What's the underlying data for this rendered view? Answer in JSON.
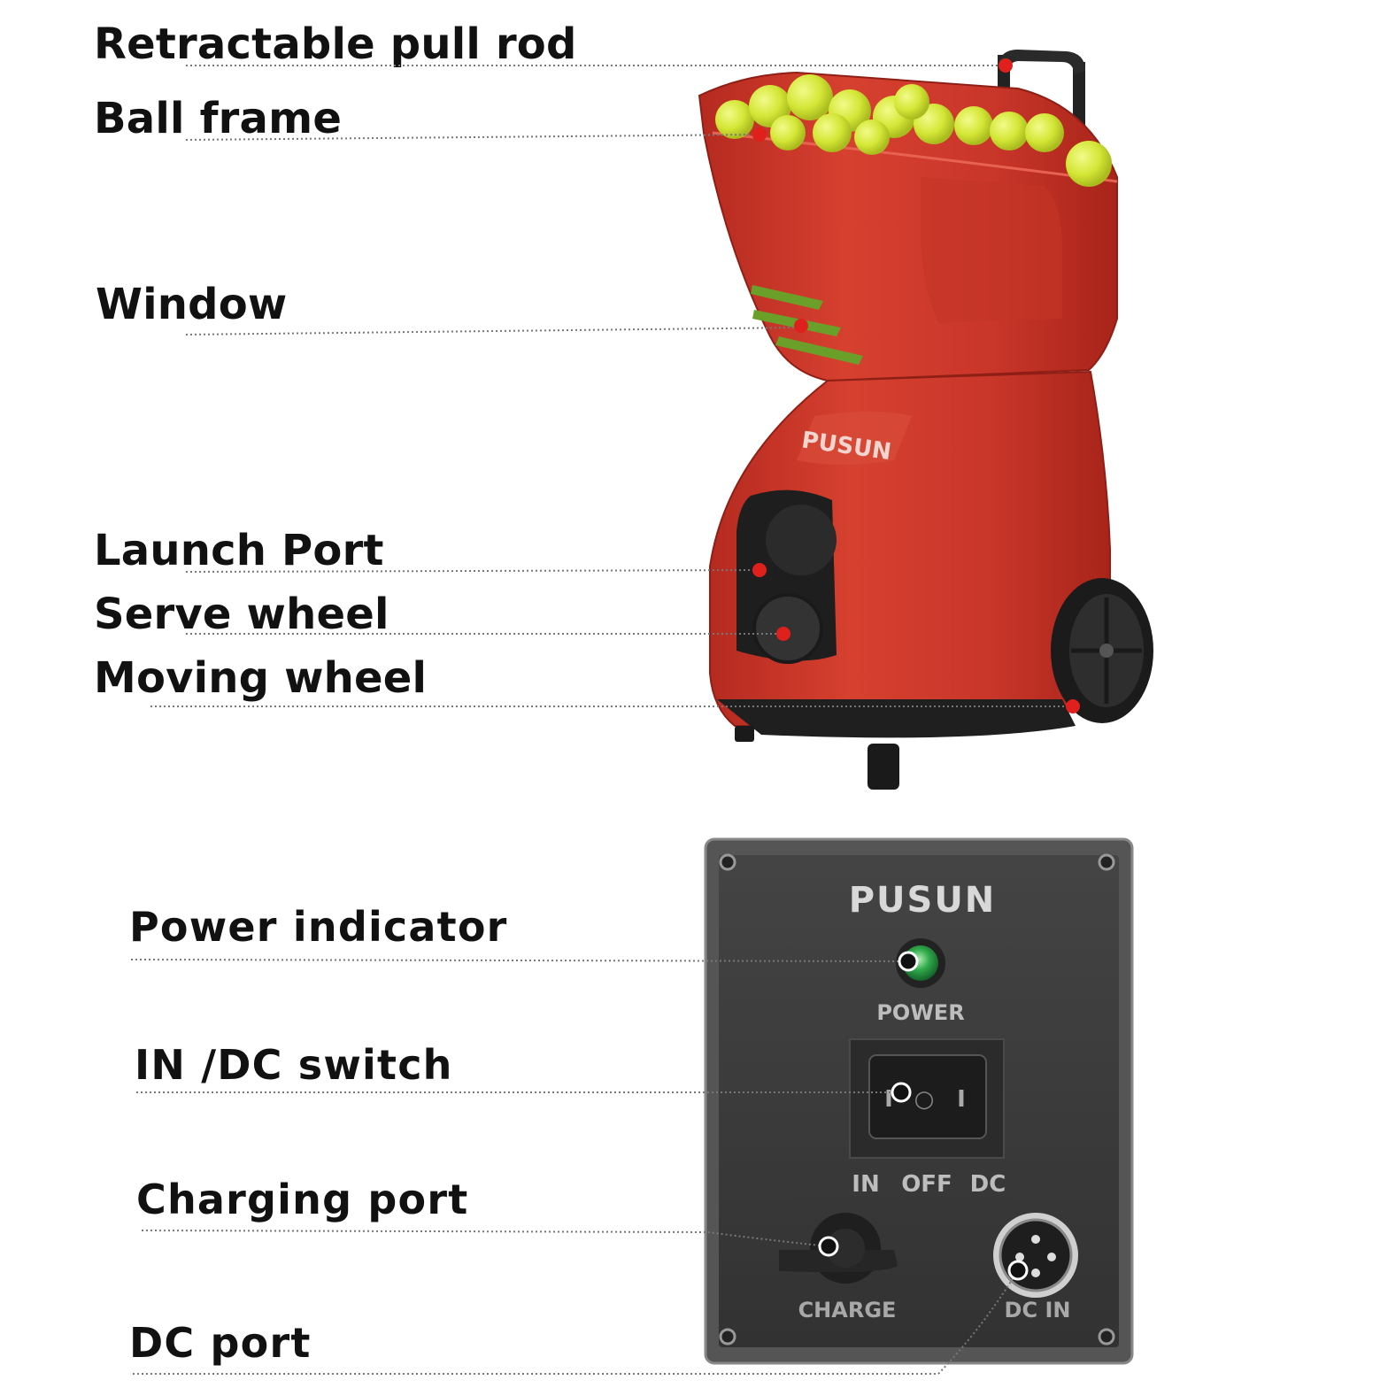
{
  "machine_callouts": [
    {
      "id": "rod",
      "text": "Retractable pull rod"
    },
    {
      "id": "frame",
      "text": "Ball frame"
    },
    {
      "id": "window",
      "text": "Window"
    },
    {
      "id": "launch",
      "text": "Launch Port"
    },
    {
      "id": "serve",
      "text": "Serve wheel"
    },
    {
      "id": "moving",
      "text": "Moving wheel"
    }
  ],
  "panel_callouts": [
    {
      "id": "power",
      "text": "Power  indicator"
    },
    {
      "id": "switch",
      "text": "IN /DC  switch"
    },
    {
      "id": "charging",
      "text": "Charging  port"
    },
    {
      "id": "dcport",
      "text": "DC  port"
    }
  ],
  "machine": {
    "logo": "PUSUN"
  },
  "panel": {
    "logo": "PUSUN",
    "power_label": "POWER",
    "switch_positions": [
      "IN",
      "OFF",
      "DC"
    ],
    "switch_symbol_off": "○",
    "switch_symbol_on": "I",
    "charge_label": "CHARGE",
    "dc_in_label": "DC IN"
  },
  "colors": {
    "machine_red": "#c8362a",
    "ball_yellow": "#d8ea3a",
    "panel_dark": "#3b3b3b",
    "indicator_green": "#2fa84a",
    "marker_red": "#e0201c"
  }
}
